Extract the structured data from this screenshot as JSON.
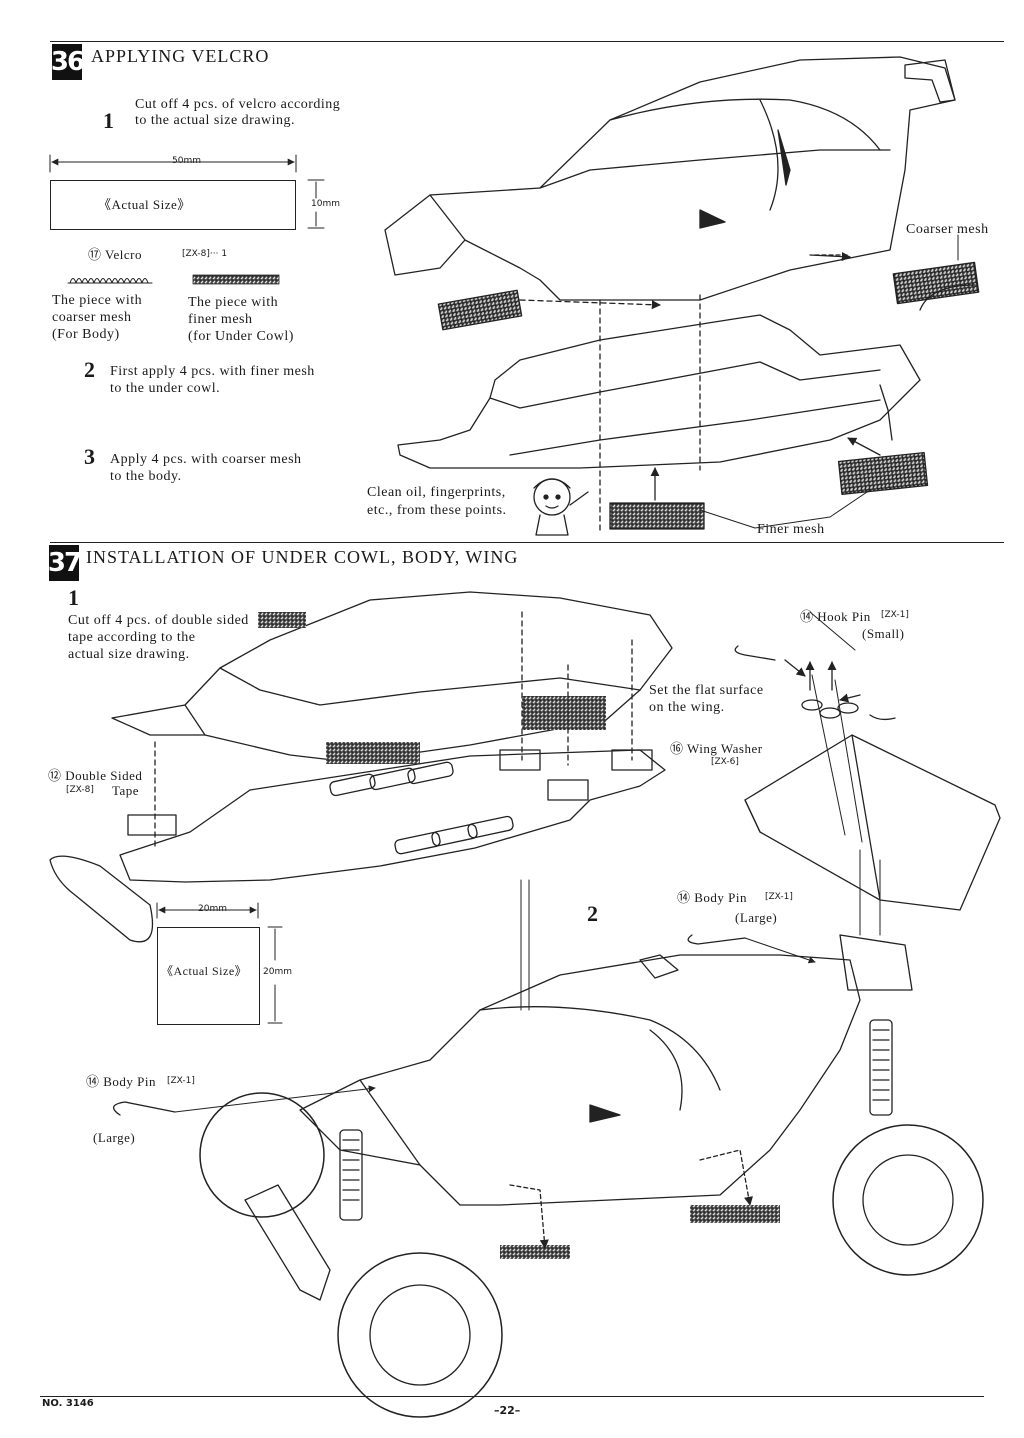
{
  "section36": {
    "number": "36",
    "title": "APPLYING VELCRO",
    "step1": {
      "num": "1",
      "line1": "Cut off 4 pcs. of velcro according",
      "line2": "to the actual size drawing."
    },
    "dim_width": "50mm",
    "dim_height": "10mm",
    "actual_size": "《Actual Size》",
    "velcro_label": "⑰ Velcro",
    "velcro_part": "[ZX-8]··· 1",
    "coarser_piece": [
      "The piece with",
      "coarser mesh",
      "(For Body)"
    ],
    "finer_piece": [
      "The piece with",
      "finer mesh",
      "(for Under Cowl)"
    ],
    "step2": {
      "num": "2",
      "line1": "First apply 4 pcs. with finer mesh",
      "line2": "to the under cowl."
    },
    "step3": {
      "num": "3",
      "line1": "Apply 4 pcs. with coarser mesh",
      "line2": "to the body."
    },
    "clean_note": [
      "Clean oil, fingerprints,",
      "etc., from these points."
    ],
    "coarser_mesh": "Coarser mesh",
    "finer_mesh": "Finer mesh"
  },
  "section37": {
    "number": "37",
    "title": "INSTALLATION OF UNDER COWL, BODY, WING",
    "step1": {
      "num": "1",
      "lines": [
        "Cut off 4 pcs. of double sided",
        "tape according to the",
        "actual size drawing."
      ]
    },
    "hook_pin": "⑭ Hook Pin",
    "hook_pin_part": "[ZX-1]",
    "hook_pin_size": "(Small)",
    "flat_surface": [
      "Set the flat surface",
      "on the wing."
    ],
    "wing_washer": "⑯ Wing Washer",
    "wing_washer_part": "[ZX-6]",
    "double_sided": "⑫ Double Sided",
    "double_sided_part": "[ZX-8]",
    "tape": "Tape",
    "dim_width": "20mm",
    "dim_height": "20mm",
    "actual_size": "《Actual Size》",
    "step2_num": "2",
    "body_pin_right": "⑭ Body Pin",
    "body_pin_right_part": "[ZX-1]",
    "body_pin_right_size": "(Large)",
    "body_pin_left": "⑭ Body Pin",
    "body_pin_left_part": "[ZX-1]",
    "body_pin_left_size": "(Large)"
  },
  "footer": {
    "model": "NO. 3146",
    "page": "–22–"
  }
}
